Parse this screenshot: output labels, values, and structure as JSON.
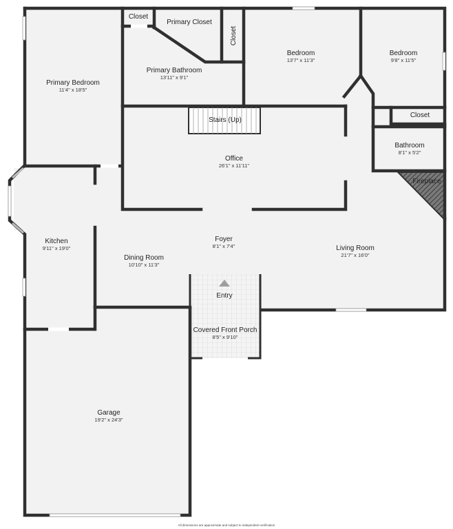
{
  "rooms": {
    "primary_closet_small": {
      "name": "Closet"
    },
    "primary_closet": {
      "name": "Primary Closet"
    },
    "hall_closet_top": {
      "name": "Closet"
    },
    "bedroom_2": {
      "name": "Bedroom",
      "dims": "13'7\" x 11'3\""
    },
    "bedroom_3": {
      "name": "Bedroom",
      "dims": "9'8\" x 11'5\""
    },
    "primary_bedroom": {
      "name": "Primary Bedroom",
      "dims": "11'4\" x 18'5\""
    },
    "primary_bathroom": {
      "name": "Primary Bathroom",
      "dims": "13'11\" x 9'1\""
    },
    "stairs": {
      "name": "Stairs (Up)"
    },
    "closet_right": {
      "name": "Closet"
    },
    "bathroom": {
      "name": "Bathroom",
      "dims": "8'1\" x 5'2\""
    },
    "office": {
      "name": "Office",
      "dims": "26'1\" x 11'11\""
    },
    "fireplace": {
      "name": "Fireplace"
    },
    "foyer": {
      "name": "Foyer",
      "dims": "8'1\" x 7'4\""
    },
    "kitchen": {
      "name": "Kitchen",
      "dims": "9'11\" x 19'0\""
    },
    "dining_room": {
      "name": "Dining Room",
      "dims": "10'10\" x 11'3\""
    },
    "living_room": {
      "name": "Living Room",
      "dims": "21'7\" x 16'0\""
    },
    "entry": {
      "name": "Entry"
    },
    "covered_front_porch": {
      "name": "Covered Front Porch",
      "dims": "8'5\" x 9'10\""
    },
    "garage": {
      "name": "Garage",
      "dims": "19'2\" x 24'3\""
    }
  },
  "footer": {
    "disclaimer": "All dimensions are approximate and subject to independent verification"
  },
  "colors": {
    "floor": "#f2f2f2",
    "wall": "#303030",
    "background": "#ffffff"
  }
}
